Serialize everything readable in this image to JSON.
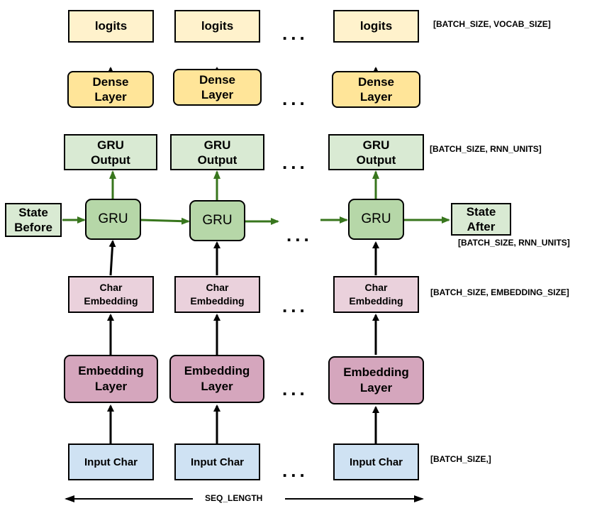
{
  "labels": {
    "logits": "logits",
    "dense_line1": "Dense",
    "dense_line2": "Layer",
    "gru_output_line1": "GRU",
    "gru_output_line2": "Output",
    "gru": "GRU",
    "state_before_line1": "State",
    "state_before_line2": "Before",
    "state_after_line1": "State",
    "state_after_line2": "After",
    "char_embedding_line1": "Char",
    "char_embedding_line2": "Embedding",
    "embedding_layer_line1": "Embedding",
    "embedding_layer_line2": "Layer",
    "input_char": "Input Char",
    "ellipsis": "...",
    "seq_length": "SEQ_LENGTH"
  },
  "shapes": {
    "logits": "[BATCH_SIZE, VOCAB_SIZE]",
    "gru_output": "[BATCH_SIZE, RNN_UNITS]",
    "state_after": "[BATCH_SIZE, RNN_UNITS]",
    "char_embedding": "[BATCH_SIZE, EMBEDDING_SIZE]",
    "input_char": "[BATCH_SIZE,]"
  },
  "colors": {
    "logits": "#fff2cc",
    "dense": "#ffe599",
    "gru_output": "#d9ead3",
    "gru": "#b6d7a8",
    "state": "#d9ead3",
    "char_embedding": "#ead1dc",
    "embedding_layer": "#d5a6bd",
    "input_char": "#cfe2f3",
    "state_arrow": "#38761d"
  }
}
